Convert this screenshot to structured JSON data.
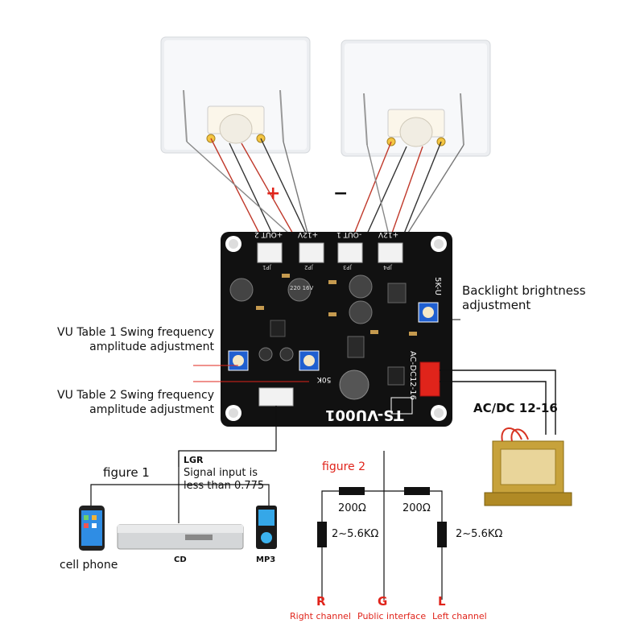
{
  "board": {
    "model": "TS-VU001",
    "connectors": [
      "JP1",
      "JP2",
      "JP3",
      "JP4"
    ],
    "pin_labels": [
      "+OUT 2",
      "+12V",
      "-OUT 1",
      "+12V"
    ],
    "pot_label": "50K",
    "power_connector": "AC-DC12-16",
    "top_pot_label": "5K-U",
    "cap_label": "220 16V"
  },
  "polarity": {
    "plus": "+",
    "minus": "−"
  },
  "annotations": {
    "backlight_line1": "Backlight brightness",
    "backlight_line2": "adjustment",
    "vu1_line1": "VU Table 1 Swing frequency",
    "vu1_line2": "amplitude adjustment",
    "vu2_line1": "VU Table 2 Swing frequency",
    "vu2_line2": "amplitude adjustment",
    "acdc": "AC/DC 12-16"
  },
  "figure1": {
    "title": "figure 1",
    "lgr": "LGR",
    "signal_line1": "Signal input is",
    "signal_line2": "less than 0.775",
    "cell_phone": "cell phone",
    "cd": "CD",
    "mp3": "MP3"
  },
  "figure2": {
    "title": "figure 2",
    "r1": "200Ω",
    "r2": "200Ω",
    "rl": "2~5.6KΩ",
    "rr": "2~5.6KΩ",
    "R": "R",
    "G": "G",
    "L": "L",
    "right_channel": "Right channel",
    "public_interface": "Public interface",
    "left_channel": "Left channel"
  },
  "colors": {
    "accent_red": "#e0241b",
    "board": "#111111",
    "pot_blue": "#1f5fd0"
  }
}
